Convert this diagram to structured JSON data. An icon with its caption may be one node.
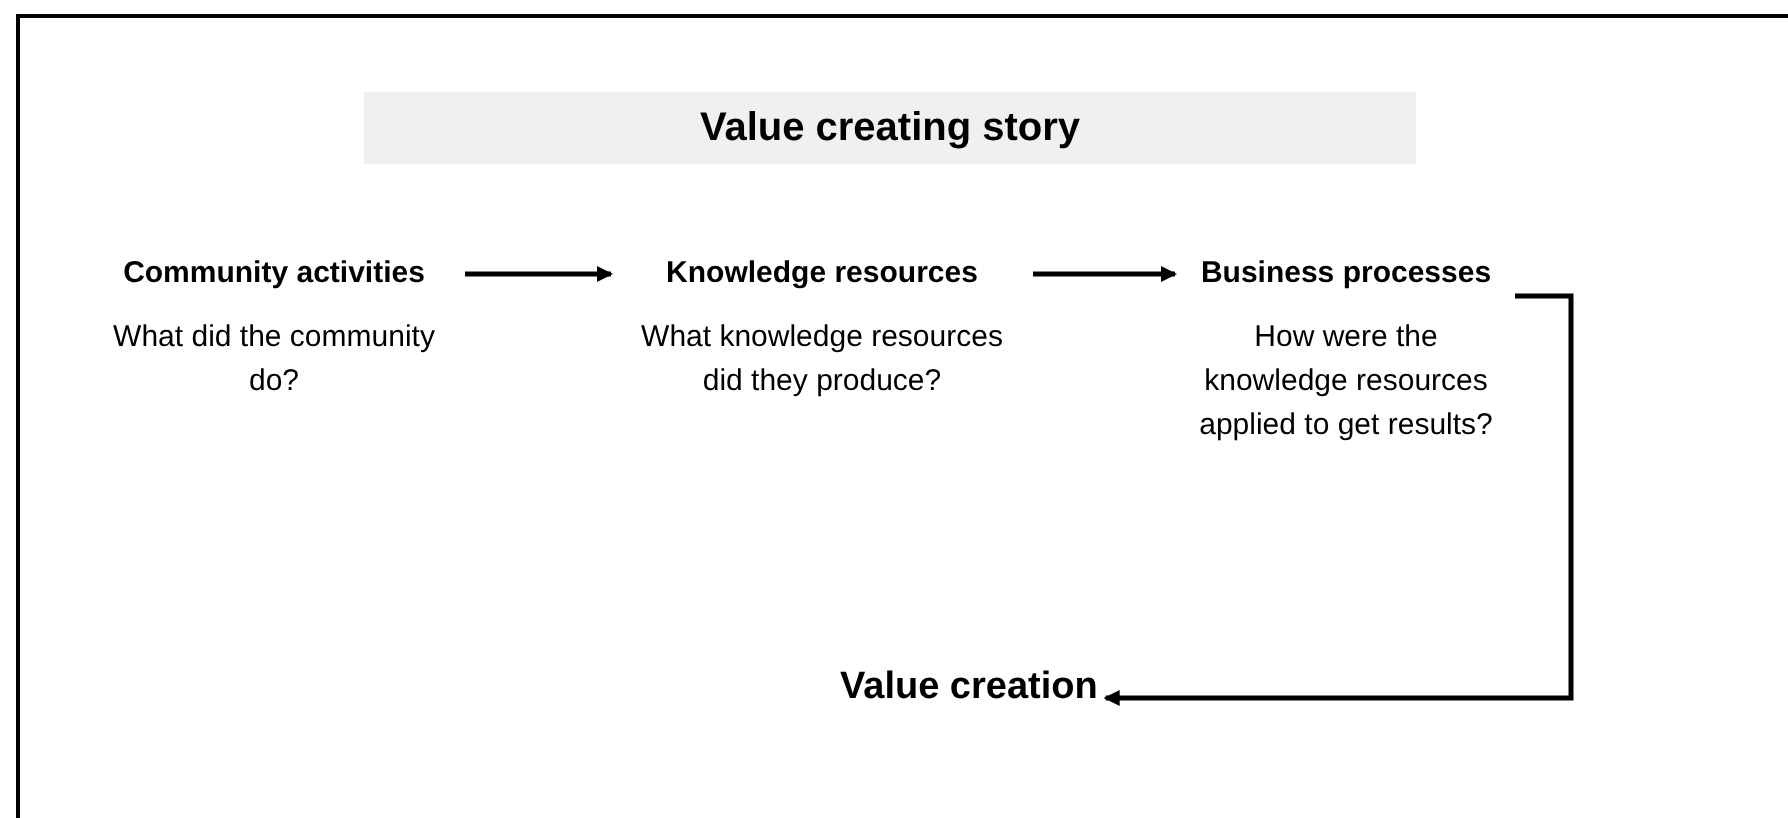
{
  "diagram": {
    "title": "Value creating story",
    "nodes": [
      {
        "text": [
          "Community activities",
          "What did the community do?"
        ]
      },
      {
        "text": [
          "Knowledge resources",
          "What knowledge resources did they produce?"
        ]
      },
      {
        "text": [
          "Business processes",
          "How were the knowledge resources applied to get results?"
        ]
      },
      {
        "text": [
          "Value creation"
        ]
      }
    ],
    "edges": [
      {
        "from": 0,
        "to": 1,
        "arrow": "to"
      },
      {
        "from": 1,
        "to": 2,
        "arrow": "to"
      },
      {
        "from": 2,
        "to": 3,
        "arrow": "to"
      }
    ]
  }
}
